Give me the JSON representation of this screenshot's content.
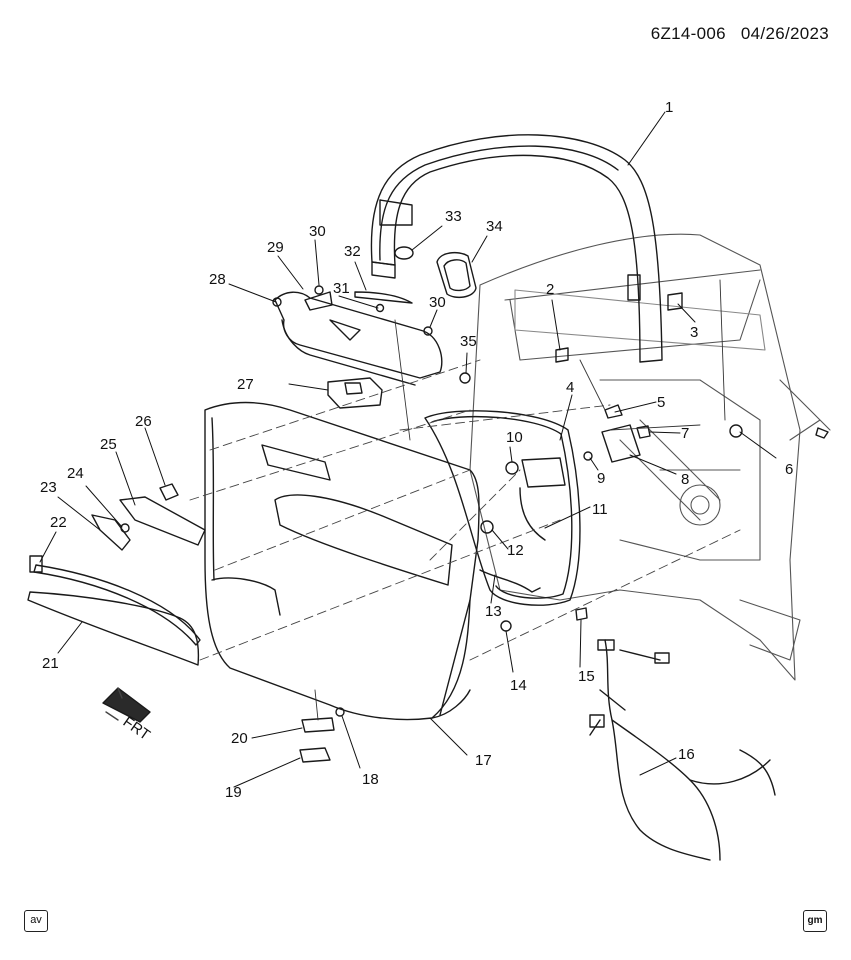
{
  "header": {
    "diagram_code": "6Z14-006",
    "date": "04/26/2023"
  },
  "badges": {
    "left": "av",
    "right": "gm"
  },
  "direction_marker": {
    "label": "FRT"
  },
  "callouts": [
    "1",
    "2",
    "3",
    "4",
    "5",
    "6",
    "7",
    "8",
    "9",
    "10",
    "11",
    "12",
    "13",
    "14",
    "15",
    "16",
    "17",
    "18",
    "19",
    "20",
    "21",
    "22",
    "23",
    "24",
    "25",
    "26",
    "27",
    "28",
    "29",
    "30",
    "30",
    "31",
    "32",
    "33",
    "34",
    "35"
  ]
}
